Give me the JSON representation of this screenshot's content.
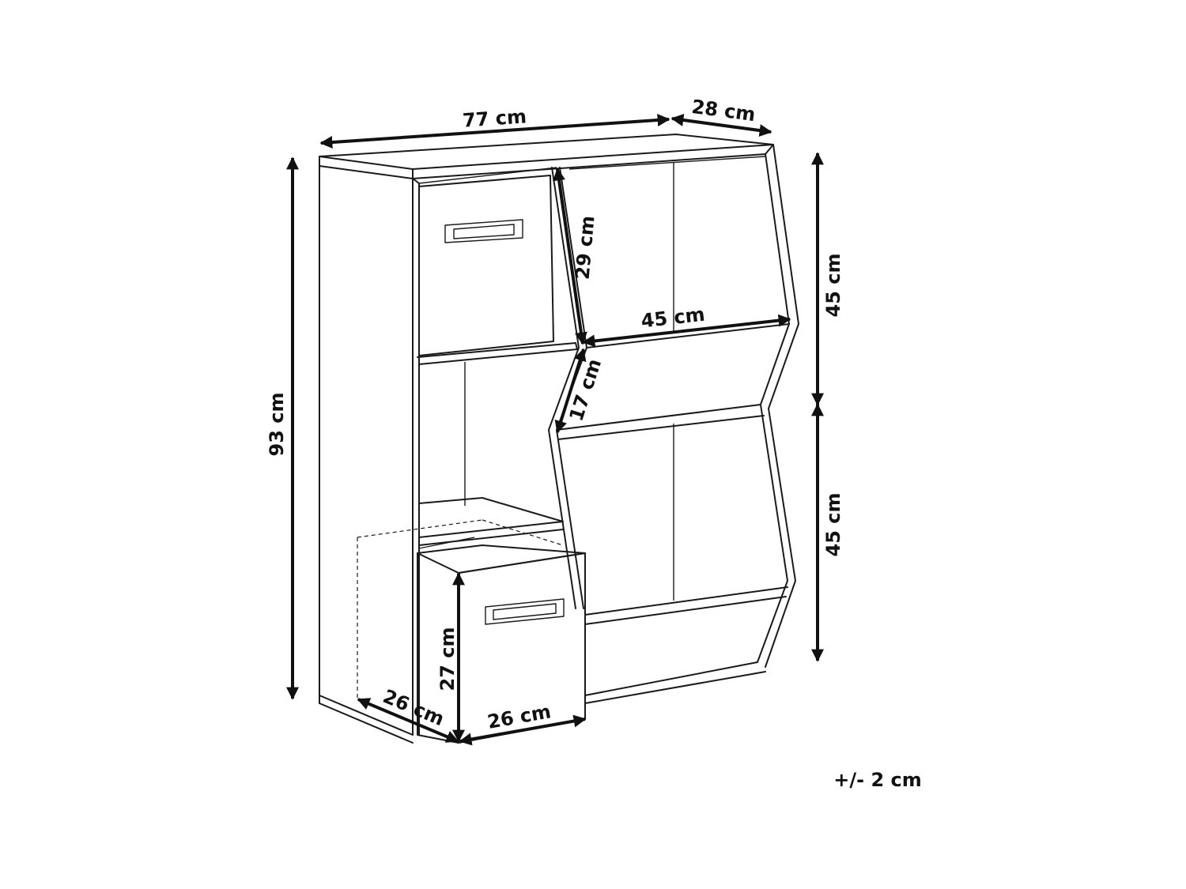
{
  "dimensions": {
    "top_width": "77 cm",
    "top_depth": "28 cm",
    "total_height": "93 cm",
    "upper_right_height": "45 cm",
    "lower_right_height": "45 cm",
    "bin_opening_height": "29 cm",
    "bin_opening_width": "45 cm",
    "bin_front_height": "17 cm",
    "box_height": "27 cm",
    "box_depth": "26 cm",
    "box_width": "26 cm"
  },
  "tolerance": "+/- 2 cm",
  "colors": {
    "line": "#1a1a1a",
    "background": "#ffffff"
  }
}
